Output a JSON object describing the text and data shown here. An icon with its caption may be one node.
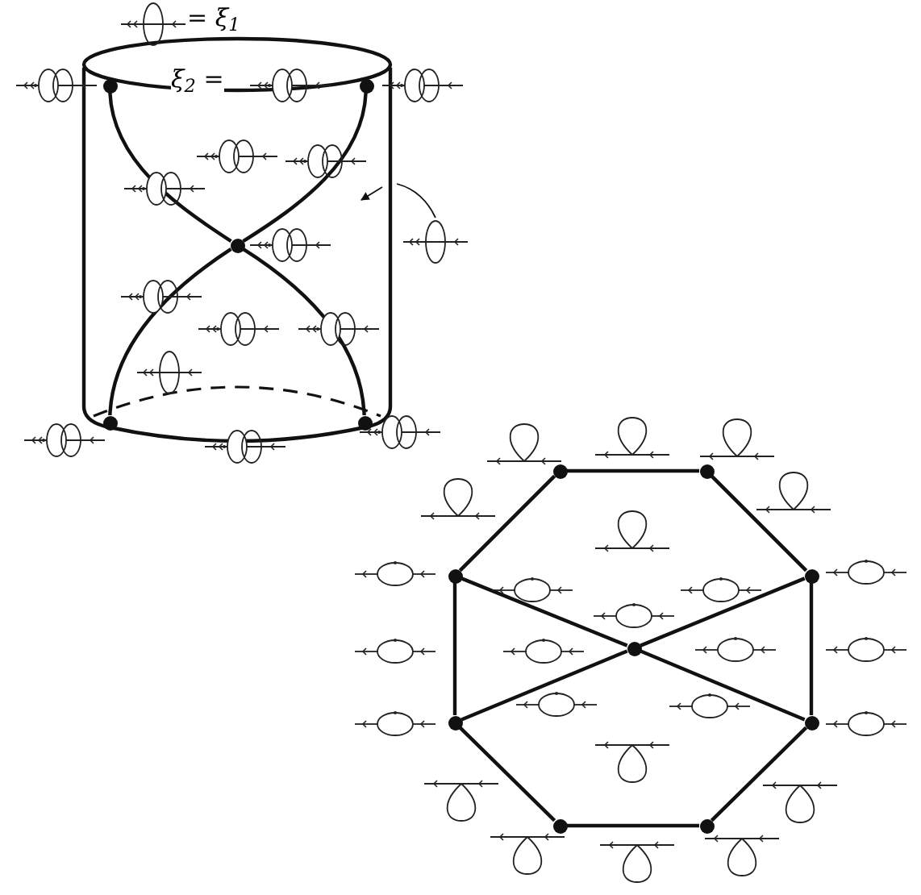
{
  "diagram": {
    "nodes": [
      {
        "text": [],
        "shape": "circle"
      },
      {
        "text": [],
        "shape": "circle"
      },
      {
        "text": [],
        "shape": "circle"
      },
      {
        "text": [],
        "shape": "circle"
      },
      {
        "text": [],
        "shape": "circle"
      },
      {
        "text": [],
        "shape": "circle"
      },
      {
        "text": [],
        "shape": "circle"
      },
      {
        "text": [],
        "shape": "circle"
      },
      {
        "text": [],
        "shape": "circle"
      },
      {
        "text": [],
        "shape": "circle"
      },
      {
        "text": [],
        "shape": "circle"
      },
      {
        "text": [],
        "shape": "circle"
      },
      {
        "text": [],
        "shape": "circle"
      },
      {
        "text": [],
        "shape": "circle"
      }
    ],
    "edges": [
      {
        "from": 0,
        "to": 2,
        "arrow": "none"
      },
      {
        "from": 1,
        "to": 2,
        "arrow": "none"
      },
      {
        "from": 2,
        "to": 3,
        "arrow": "none"
      },
      {
        "from": 2,
        "to": 4,
        "arrow": "none"
      },
      {
        "from": 5,
        "to": 6,
        "arrow": "none"
      },
      {
        "from": 6,
        "to": 8,
        "arrow": "none"
      },
      {
        "from": 8,
        "to": 11,
        "arrow": "none"
      },
      {
        "from": 11,
        "to": 13,
        "arrow": "none"
      },
      {
        "from": 13,
        "to": 12,
        "arrow": "none"
      },
      {
        "from": 12,
        "to": 10,
        "arrow": "none"
      },
      {
        "from": 10,
        "to": 7,
        "arrow": "none"
      },
      {
        "from": 7,
        "to": 5,
        "arrow": "none"
      },
      {
        "from": 7,
        "to": 9,
        "arrow": "none"
      },
      {
        "from": 9,
        "to": 11,
        "arrow": "none"
      },
      {
        "from": 8,
        "to": 9,
        "arrow": "none"
      },
      {
        "from": 9,
        "to": 10,
        "arrow": "none"
      }
    ],
    "labels": [
      "= ξ$_{1}$",
      "ξ$_{2}$ ="
    ]
  }
}
